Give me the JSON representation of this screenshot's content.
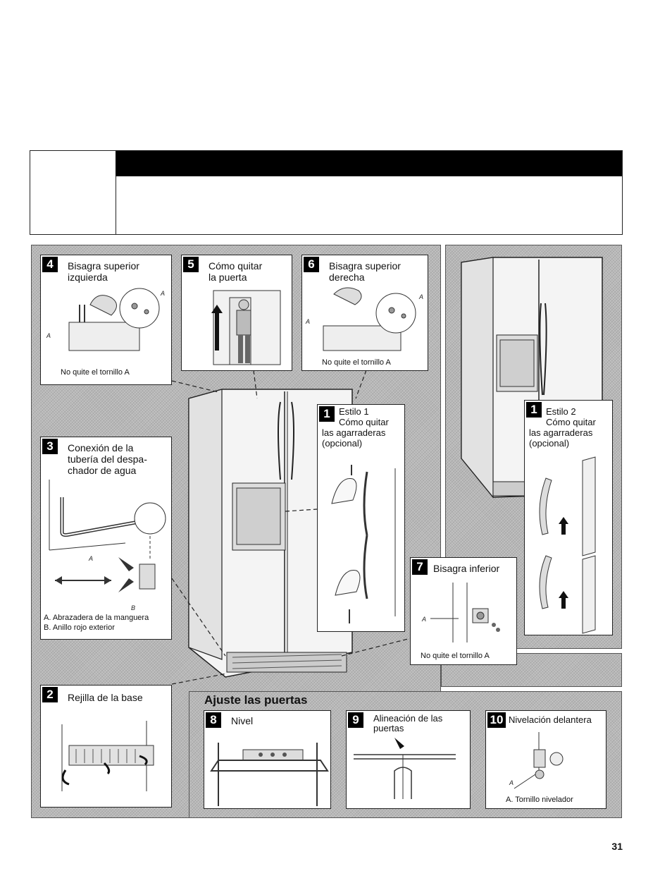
{
  "page_number": "31",
  "panels": {
    "p4": {
      "num": "4",
      "title_l1": "Bisagra superior",
      "title_l2": "izquierda",
      "caption": "No quite el tornillo A",
      "label_a": "A"
    },
    "p5": {
      "num": "5",
      "title_l1": "Cómo quitar",
      "title_l2": "la puerta"
    },
    "p6": {
      "num": "6",
      "title_l1": "Bisagra superior",
      "title_l2": "derecha",
      "caption": "No quite el tornillo A",
      "label_a": "A"
    },
    "p3": {
      "num": "3",
      "title_l1": "Conexión de la",
      "title_l2": "tubería del despa-",
      "title_l3": "chador de agua",
      "caption_a": "A. Abrazadera de la manguera",
      "caption_b": "B. Anillo rojo exterior",
      "label_a": "A",
      "label_b": "B"
    },
    "p1a": {
      "num": "1",
      "title_l1": "Estilo 1",
      "title_l2": "Cómo quitar",
      "title_l3": "las agarraderas",
      "title_l4": "(opcional)"
    },
    "p1b": {
      "num": "1",
      "title_l1": "Estilo 2",
      "title_l2": "Cómo quitar",
      "title_l3": "las agarraderas",
      "title_l4": "(opcional)"
    },
    "p7": {
      "num": "7",
      "title": "Bisagra inferior",
      "caption": "No quite el tornillo A",
      "label_a": "A"
    },
    "p2": {
      "num": "2",
      "title": "Rejilla de la base"
    },
    "p8": {
      "num": "8",
      "title": "Nivel"
    },
    "p9": {
      "num": "9",
      "title_l1": "Alineación de las",
      "title_l2": "puertas"
    },
    "p10": {
      "num": "10",
      "title": "Nivelación delantera",
      "caption": "A. Tornillo nivelador",
      "label_a": "A"
    }
  },
  "adjust_section_title": "Ajuste las puertas"
}
